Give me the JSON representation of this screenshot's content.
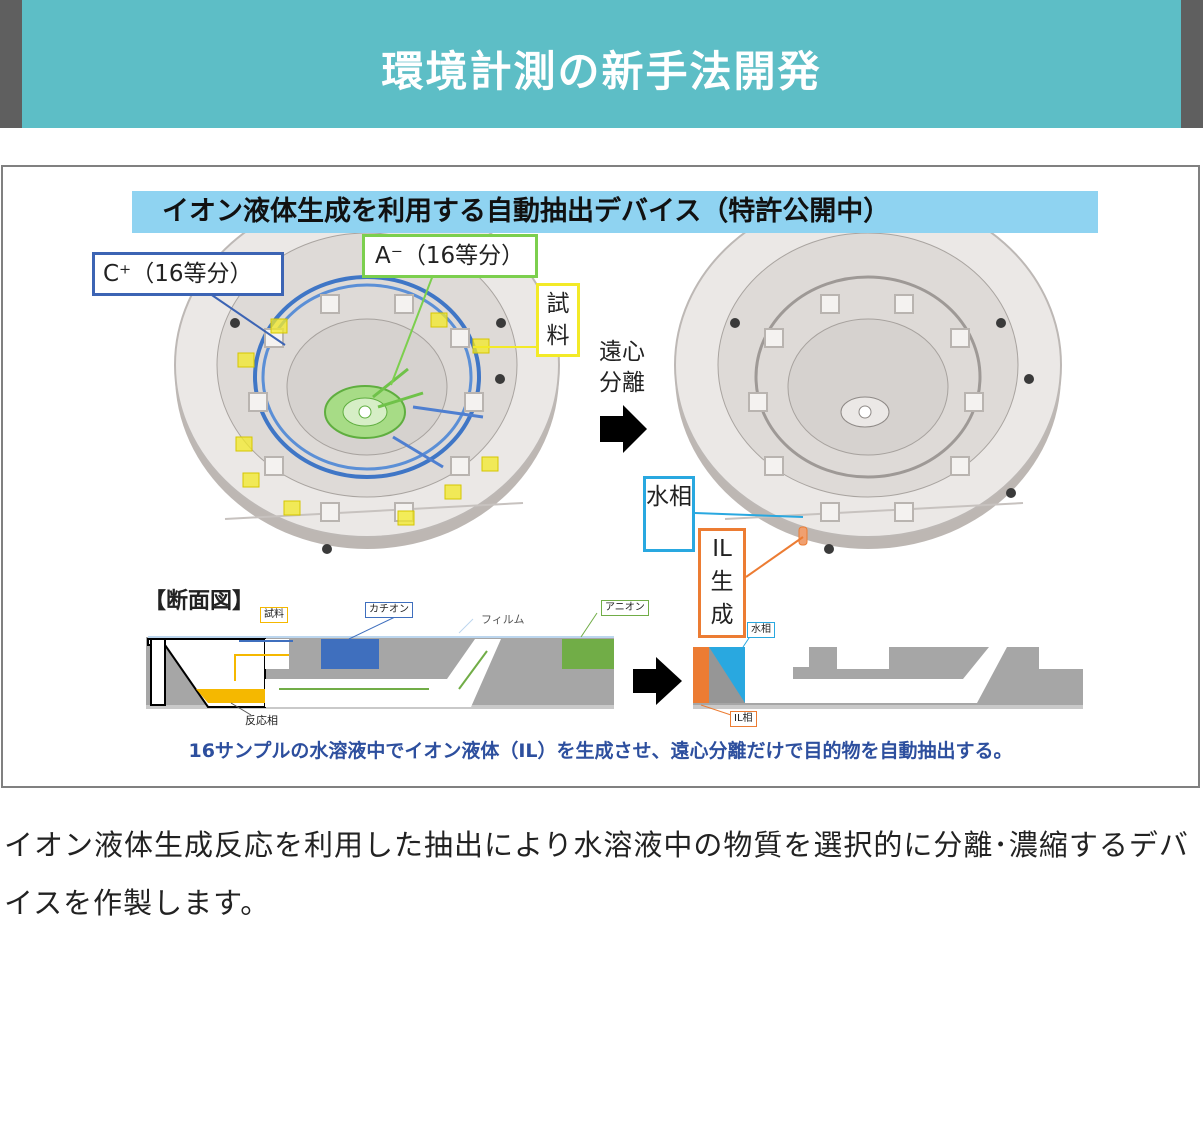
{
  "header": {
    "title": "環境計測の新手法開発"
  },
  "figure": {
    "subtitle": "イオン液体生成を利用する自動抽出デバイス（特許公開中）",
    "label_c_plus": "C⁺（16等分）",
    "label_a_minus": "A⁻（16等分）",
    "label_shiryo": "試料",
    "label_enshin": "遠心分離",
    "label_suiso": "水相",
    "label_il_seisei": "IL生成",
    "section_title": "【断面図】",
    "tiny_shiryo": "試料",
    "tiny_cation": "カチオン",
    "tiny_film": "フィルム",
    "tiny_anion": "アニオン",
    "tiny_hanno": "反応相",
    "tiny_suiso": "水相",
    "tiny_il": "IL相",
    "caption": "16サンプルの水溶液中でイオン液体（IL）を生成させ、遠心分離だけで目的物を自動抽出する。",
    "colors": {
      "header_bar": "#5dbec6",
      "subtitle_band": "#8fd3f1",
      "cation": "#3f6fbe",
      "anion": "#71ad47",
      "sample": "#f3ea27",
      "water_phase": "#29a8e0",
      "il_phase": "#ec7c33",
      "reaction_phase": "#f5b800",
      "caption_text": "#2d4f9e"
    }
  },
  "body_text": "イオン液体生成反応を利用した抽出により水溶液中の物質を選択的に分離･濃縮するデバイスを作製します。"
}
